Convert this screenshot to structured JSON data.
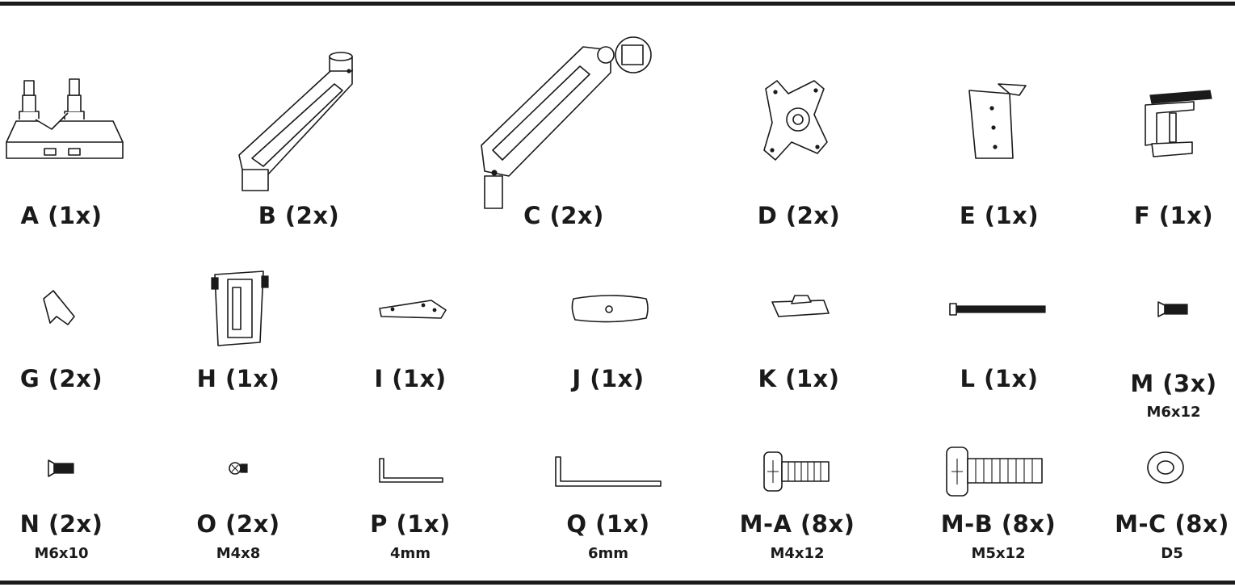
{
  "parts": [
    {
      "id": "A",
      "label": "A (1x)",
      "spec": ""
    },
    {
      "id": "B",
      "label": "B (2x)",
      "spec": ""
    },
    {
      "id": "C",
      "label": "C (2x)",
      "spec": ""
    },
    {
      "id": "D",
      "label": "D (2x)",
      "spec": ""
    },
    {
      "id": "E",
      "label": "E (1x)",
      "spec": ""
    },
    {
      "id": "F",
      "label": "F (1x)",
      "spec": ""
    },
    {
      "id": "G",
      "label": "G (2x)",
      "spec": ""
    },
    {
      "id": "H",
      "label": "H (1x)",
      "spec": ""
    },
    {
      "id": "I",
      "label": "I (1x)",
      "spec": ""
    },
    {
      "id": "J",
      "label": "J (1x)",
      "spec": ""
    },
    {
      "id": "K",
      "label": "K (1x)",
      "spec": ""
    },
    {
      "id": "L",
      "label": "L (1x)",
      "spec": ""
    },
    {
      "id": "M",
      "label": "M (3x)",
      "spec": "M6x12"
    },
    {
      "id": "N",
      "label": "N (2x)",
      "spec": "M6x10"
    },
    {
      "id": "O",
      "label": "O (2x)",
      "spec": "M4x8"
    },
    {
      "id": "P",
      "label": "P (1x)",
      "spec": "4mm"
    },
    {
      "id": "Q",
      "label": "Q (1x)",
      "spec": "6mm"
    },
    {
      "id": "M-A",
      "label": "M-A (8x)",
      "spec": "M4x12"
    },
    {
      "id": "M-B",
      "label": "M-B (8x)",
      "spec": "M5x12"
    },
    {
      "id": "M-C",
      "label": "M-C (8x)",
      "spec": "D5"
    }
  ]
}
